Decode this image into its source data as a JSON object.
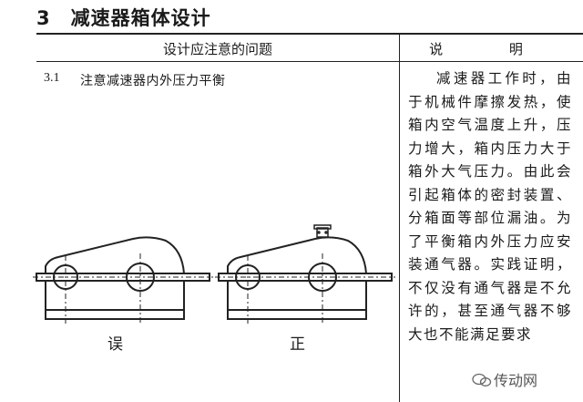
{
  "section": {
    "number": "3",
    "title": "减速器箱体设计"
  },
  "table": {
    "header_left": "设计应注意的问题",
    "header_right": "说 明",
    "item_number": "3.1",
    "item_text": "注意减速器内外压力平衡",
    "explanation": "减速器工作时，由于机械件摩擦发热，使箱内空气温度上升，压力增大，箱内压力大于箱外大气压力。由此会引起箱体的密封装置、分箱面等部位漏油。为了平衡箱内外压力应安装通气器。实践证明，不仅没有通气器是不允许的，甚至通气器不够大也不能满足要求"
  },
  "figures": {
    "wrong_caption": "误",
    "right_caption": "正"
  },
  "watermark": {
    "text": "传动网",
    "icon": "wechat-icon"
  }
}
